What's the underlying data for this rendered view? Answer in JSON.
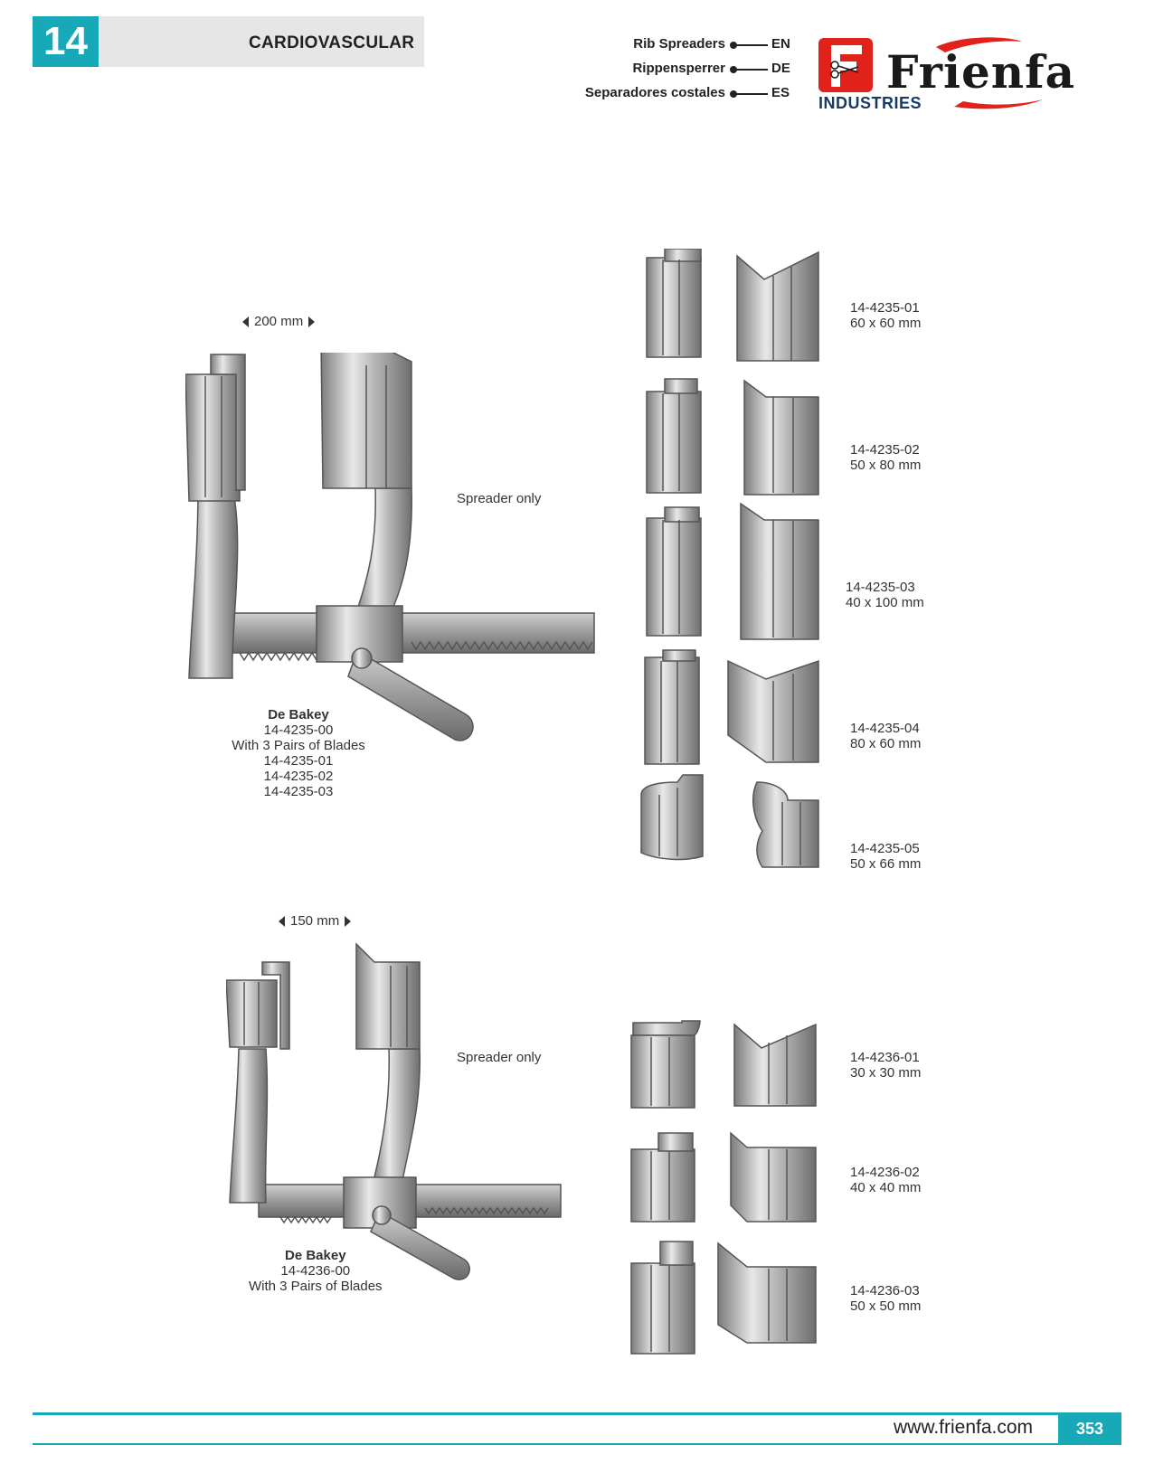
{
  "header": {
    "chapter_number": "14",
    "section_title": "CARDIOVASCULAR",
    "languages": [
      {
        "term": "Rib Spreaders",
        "code": "EN"
      },
      {
        "term": "Rippensperrer",
        "code": "DE"
      },
      {
        "term": "Separadores costales",
        "code": "ES"
      }
    ],
    "brand": {
      "name": "Frienfa",
      "subtitle": "INDUSTRIES",
      "red": "#e0221a",
      "navy": "#1a3a66"
    }
  },
  "products": [
    {
      "dimension": "200 mm",
      "note": "Spreader only",
      "caption": {
        "name": "De Bakey",
        "code": "14-4235-00",
        "desc": "With 3 Pairs of Blades",
        "included": [
          "14-4235-01",
          "14-4235-02",
          "14-4235-03"
        ]
      },
      "blades": [
        {
          "code": "14-4235-01",
          "size": "60 x 60 mm"
        },
        {
          "code": "14-4235-02",
          "size": "50 x 80 mm"
        },
        {
          "code": "14-4235-03",
          "size": "40 x 100 mm"
        },
        {
          "code": "14-4235-04",
          "size": "80 x 60 mm"
        },
        {
          "code": "14-4235-05",
          "size": "50 x 66 mm"
        }
      ]
    },
    {
      "dimension": "150 mm",
      "note": "Spreader only",
      "caption": {
        "name": "De Bakey",
        "code": "14-4236-00",
        "desc": "With 3 Pairs of Blades"
      },
      "blades": [
        {
          "code": "14-4236-01",
          "size": "30 x 30 mm"
        },
        {
          "code": "14-4236-02",
          "size": "40 x 40 mm"
        },
        {
          "code": "14-4236-03",
          "size": "50 x 50 mm"
        }
      ]
    }
  ],
  "footer": {
    "website": "www.frienfa.com",
    "page_number": "353"
  },
  "colors": {
    "accent": "#17a9b8",
    "band": "#e6e6e6"
  }
}
